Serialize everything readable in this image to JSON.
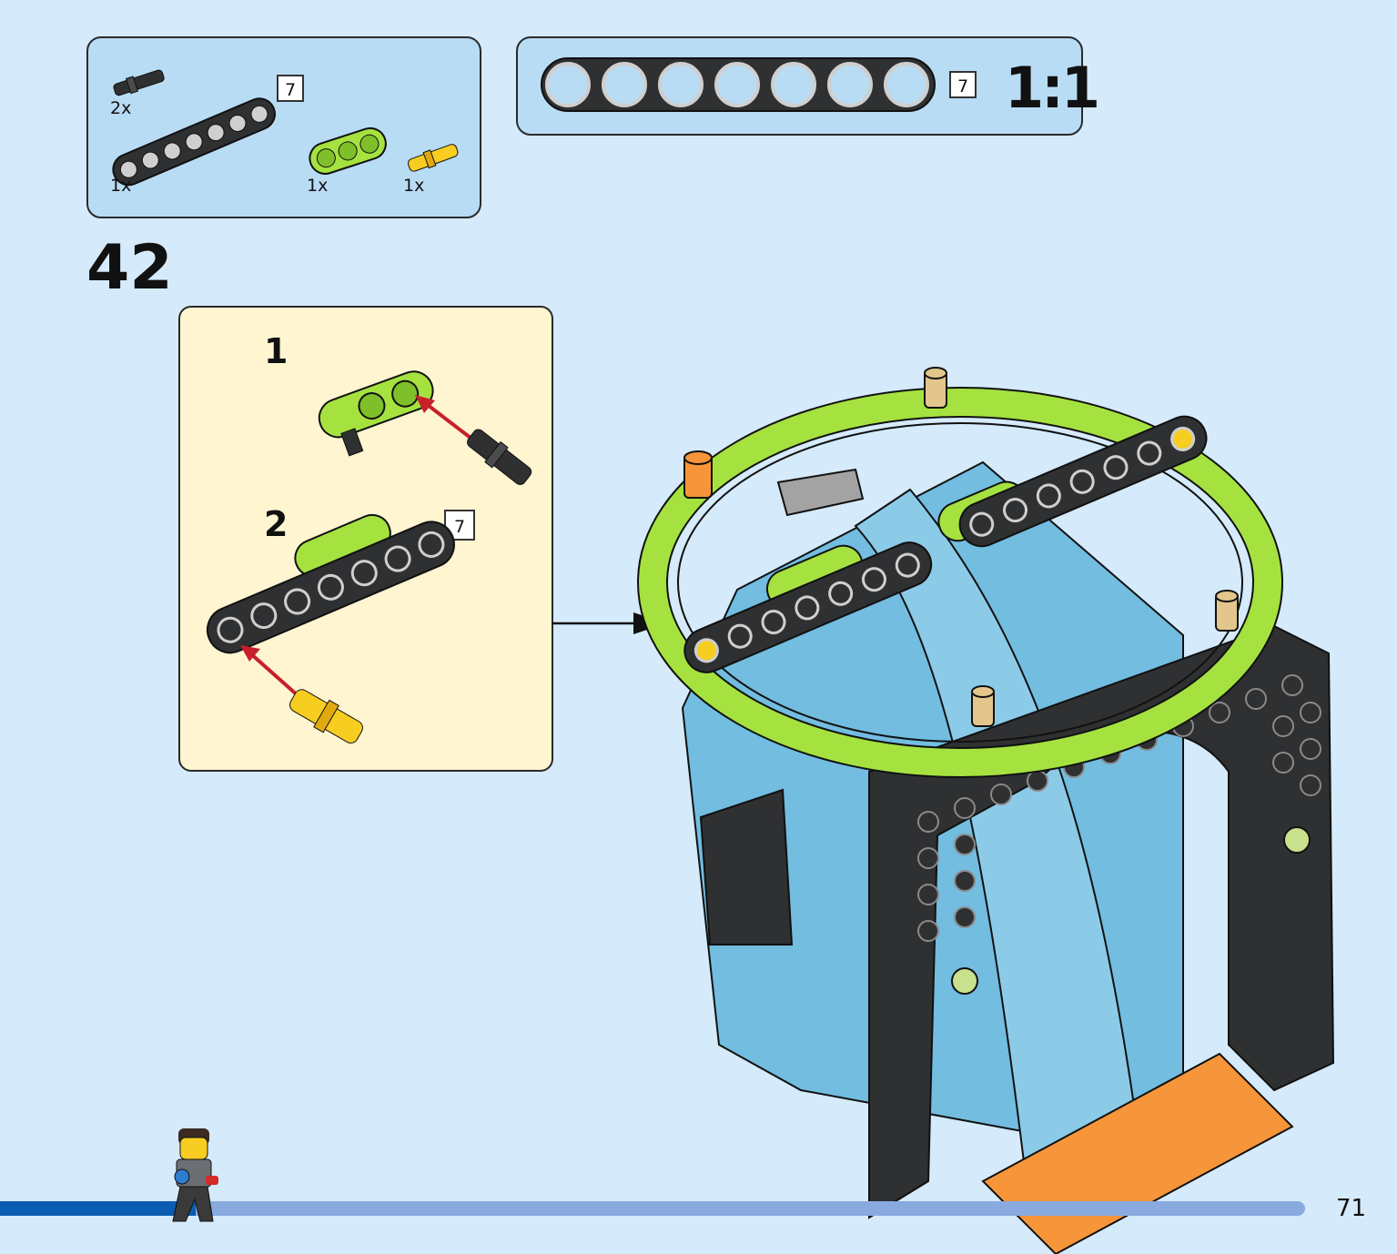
{
  "parts_list": {
    "items": [
      {
        "name": "black-friction-axle-pin",
        "qty": "2x"
      },
      {
        "name": "black-beam-7",
        "qty": "1x",
        "length": "7"
      },
      {
        "name": "lime-beam-3",
        "qty": "1x"
      },
      {
        "name": "yellow-pin",
        "qty": "1x"
      }
    ]
  },
  "scale_ruler": {
    "length": "7",
    "scale": "1:1"
  },
  "step": {
    "number": "42"
  },
  "substeps": [
    {
      "number": "1"
    },
    {
      "number": "2",
      "length": "7"
    }
  ],
  "colors": {
    "background": "#d5eafa",
    "panel": "#b9dcf5",
    "substep_panel": "#fff5d1",
    "lime": "#a5e240",
    "black_part": "#2f3032",
    "yellow": "#f7cd21",
    "orange": "#f6953a",
    "sky_blue": "#72bde0",
    "progress_done": "#0a5cb3",
    "progress_remaining": "#89aadf"
  },
  "progress": {
    "fraction": 0.15
  },
  "page": {
    "number": "71"
  }
}
